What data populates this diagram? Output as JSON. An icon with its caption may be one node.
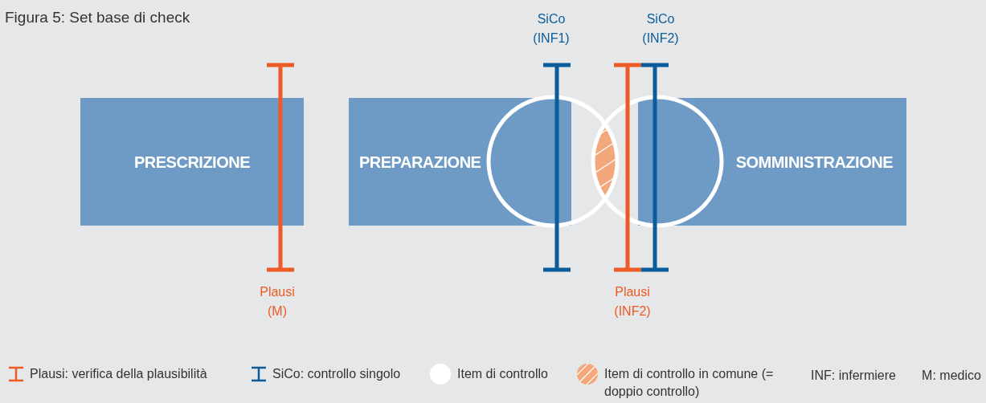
{
  "diagram": {
    "title": "Figura 5: Set base di check",
    "nodes": [
      {
        "text": [
          "PRESCRIZIONE"
        ]
      },
      {
        "text": [
          "PREPARAZIONE"
        ]
      },
      {
        "text": [
          "SOMMINISTRAZIONE"
        ]
      }
    ],
    "labels": [
      "SiCo (INF1)",
      "SiCo (INF2)",
      "Plausi (M)",
      "Plausi (INF2)",
      "INF: infermiere",
      "M: medico"
    ],
    "legend": [
      {
        "text": "Plausi: verifica della plausibilità"
      },
      {
        "text": "SiCo: controllo singolo"
      },
      {
        "text": "Item di controllo"
      },
      {
        "text": "Item di controllo in comune (= doppio controllo)"
      }
    ]
  }
}
